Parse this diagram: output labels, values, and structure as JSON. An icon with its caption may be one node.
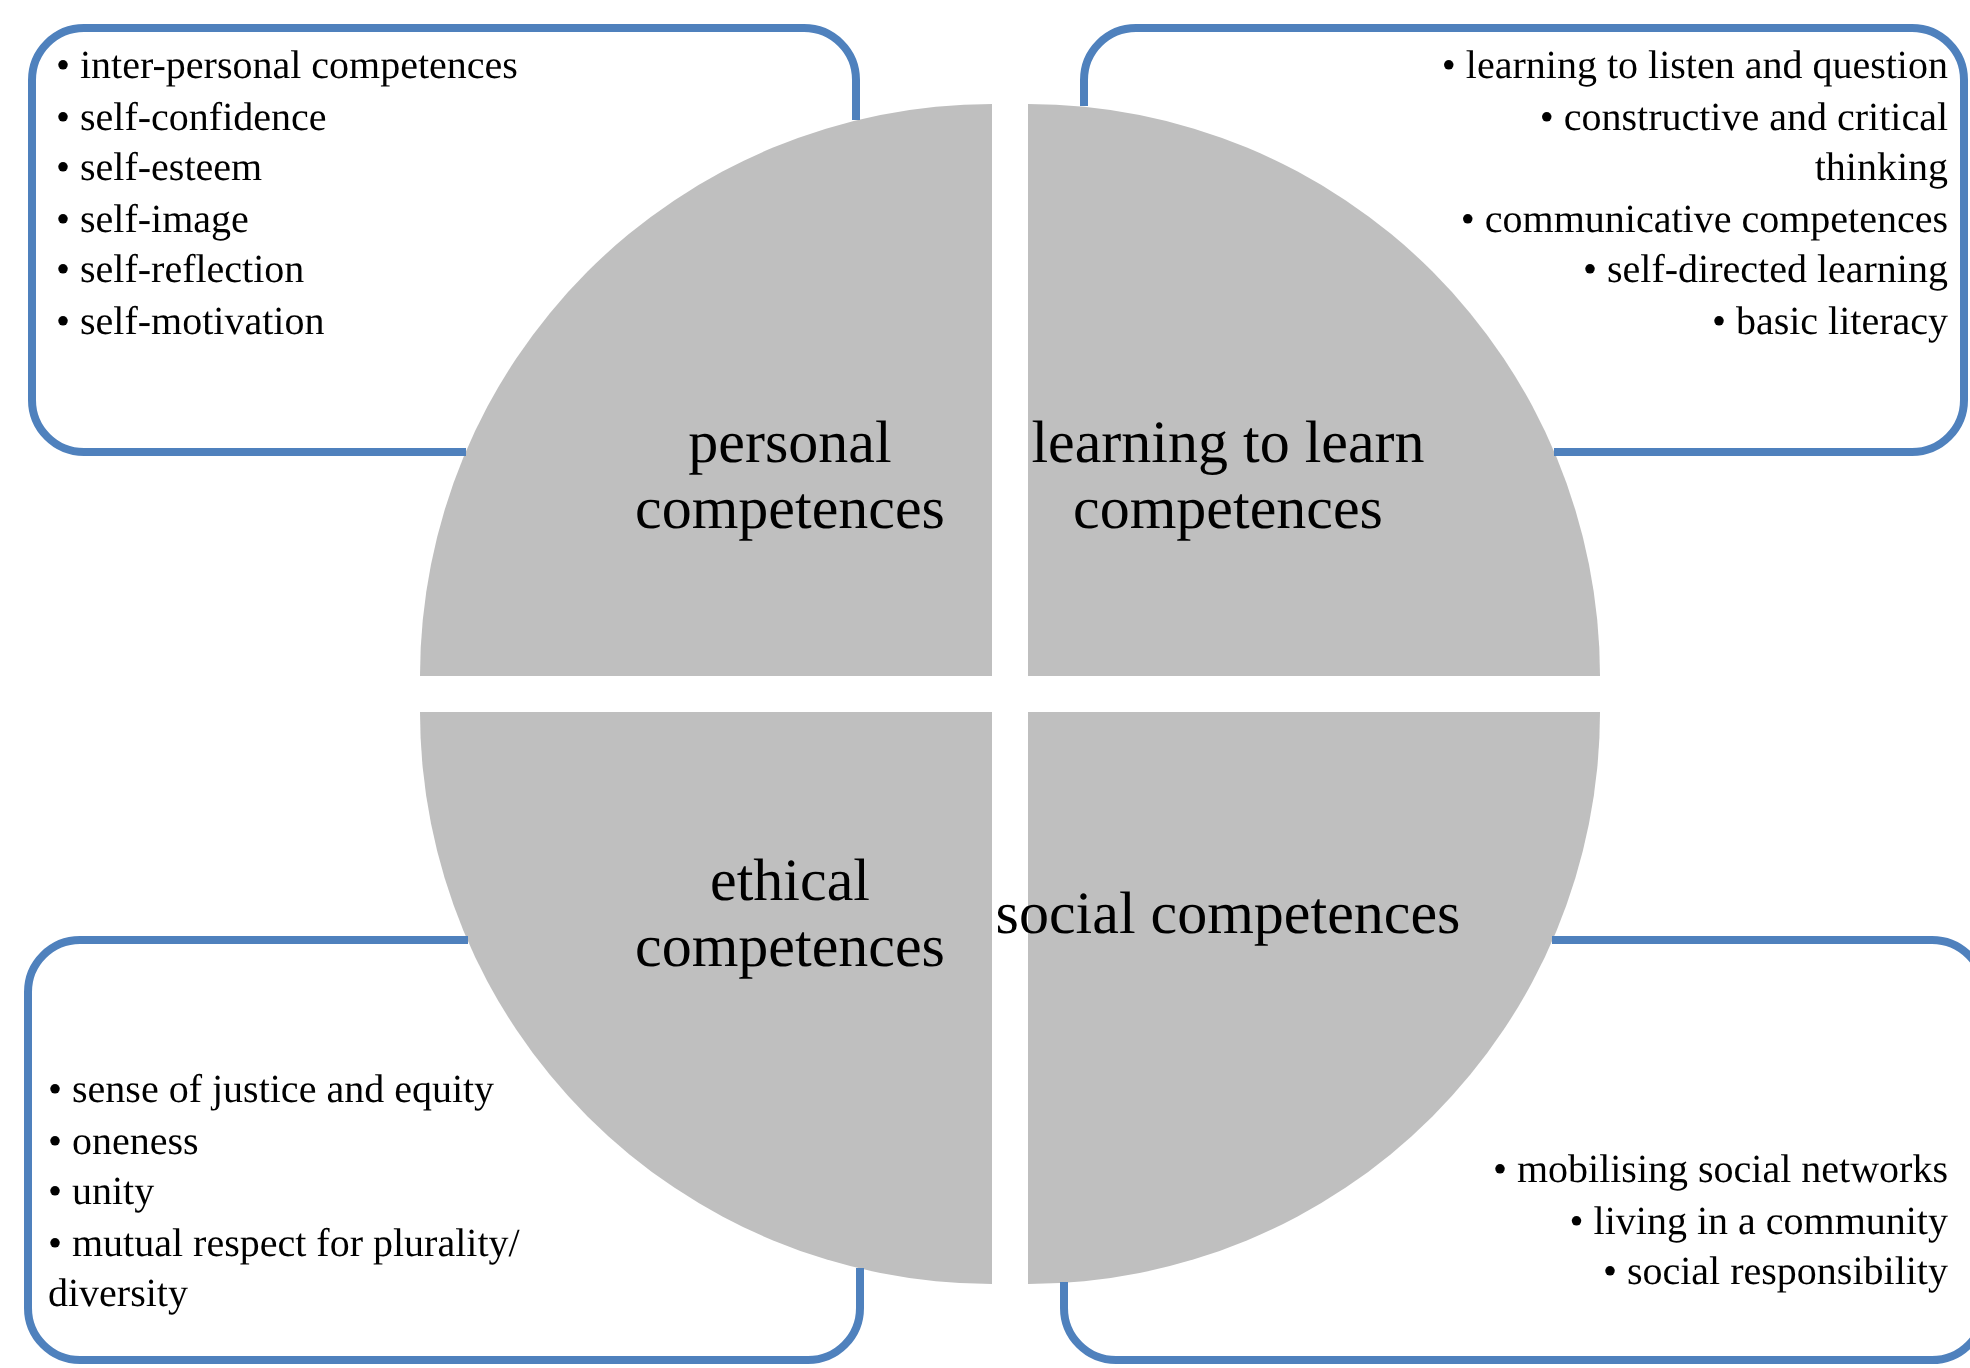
{
  "diagram": {
    "nodes": [
      {
        "text": [
          "• inter-personal competences",
          "• self-confidence",
          "• self-esteem",
          "• self-image",
          "• self-reflection",
          "• self-motivation"
        ]
      },
      {
        "text": [
          "• learning to listen and question",
          "• constructive and critical thinking",
          "• communicative competences",
          "• self-directed learning",
          "• basic literacy"
        ]
      },
      {
        "text": [
          "• sense of justice and equity",
          "• oneness",
          "• unity",
          "• mutual respect for plurality/ diversity"
        ]
      },
      {
        "text": [
          "• mobilising social networks",
          "• living in a community",
          "• social responsibility"
        ]
      },
      {
        "text": [
          "personal competences"
        ]
      },
      {
        "text": [
          "learning to learn competences"
        ]
      },
      {
        "text": [
          "ethical competences"
        ]
      },
      {
        "text": [
          "social competences"
        ]
      }
    ]
  }
}
